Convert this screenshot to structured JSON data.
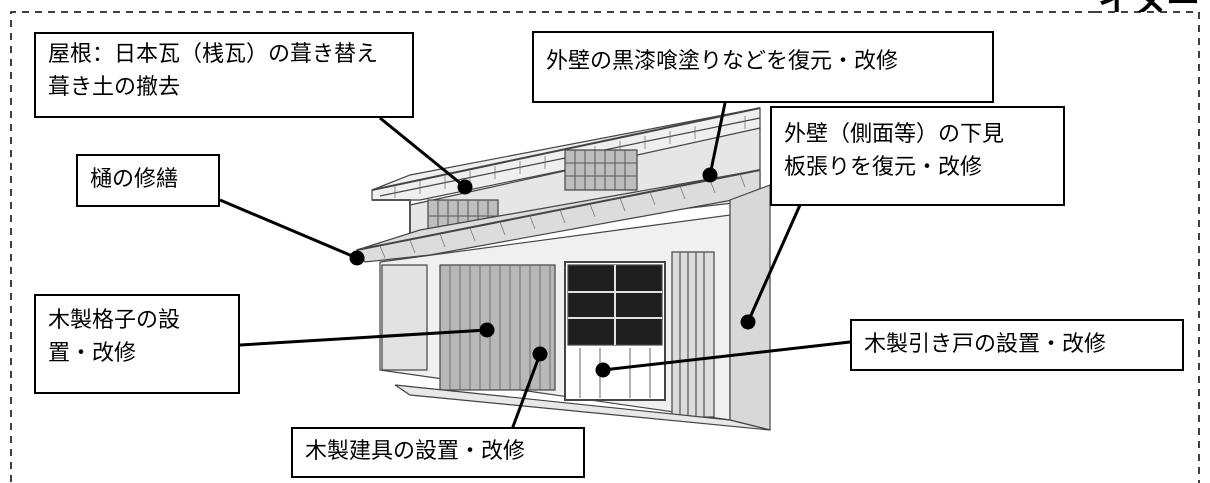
{
  "callouts": {
    "roof": "屋根：日本瓦（桟瓦）の葺き替え\n葺き土の撤去",
    "wall_black": "外壁の黒漆喰塗りなどを復元・改修",
    "wall_side": "外壁（側面等）の下見\n板張りを復元・改修",
    "gutter": "樋の修繕",
    "lattice": "木製格子の設\n置・改修",
    "sliding_door": "木製引き戸の設置・改修",
    "fittings": "木製建具の設置・改修"
  },
  "partial_title": "イメージ",
  "colors": {
    "line": "#000000",
    "paper": "#ffffff",
    "sketch": "#444444"
  }
}
